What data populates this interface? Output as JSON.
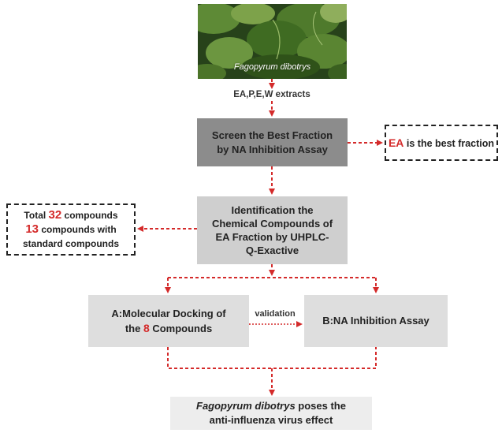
{
  "photo": {
    "caption": "Fagopyrum dibotrys",
    "leaf_color": "#3f6b22",
    "bg_color": "#27421a"
  },
  "extracts_label": "EA,P,E,W extracts",
  "screen_box": {
    "line1": "Screen the Best Fraction",
    "line2": "by NA Inhibition Assay"
  },
  "best_note": {
    "highlight": "EA",
    "rest": " is the best fraction"
  },
  "identify_box": {
    "line1": "Identification the",
    "line2": "Chemical Compounds of",
    "line3": "EA Fraction by UHPLC-",
    "line4": "Q-Exactive"
  },
  "compounds_note": {
    "line1_pre": "Total ",
    "line1_num": "32",
    "line1_post": " compounds",
    "line2_num": "13",
    "line2_post": " compounds with",
    "line3": "standard compounds"
  },
  "docking_box": {
    "line1": "A:Molecular Docking of",
    "line2_pre": "the ",
    "line2_num": "8",
    "line2_post": " Compounds"
  },
  "validation_label": "validation",
  "assay_box": {
    "label": "B:NA Inhibition Assay"
  },
  "conclusion_box": {
    "line1_italic": "Fagopyrum dibotrys",
    "line1_rest": " poses the",
    "line2": "anti-influenza virus effect"
  },
  "colors": {
    "arrow": "#d42a2a",
    "highlight": "#d42a2a"
  }
}
